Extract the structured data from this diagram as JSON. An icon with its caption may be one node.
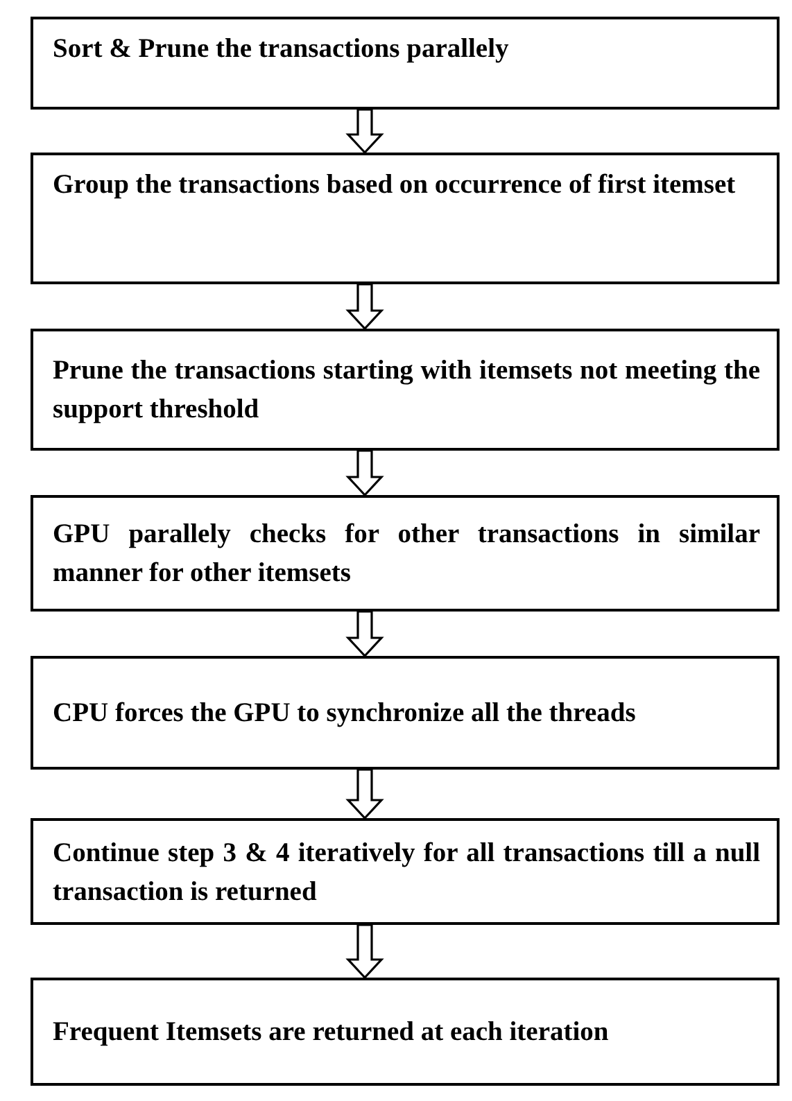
{
  "diagram": {
    "nodes": [
      {
        "text": [
          "Sort & Prune the transactions parallely"
        ]
      },
      {
        "text": [
          "Group the transactions based on occurrence of first itemset"
        ]
      },
      {
        "text": [
          "Prune the transactions starting with itemsets not meeting the support threshold"
        ]
      },
      {
        "text": [
          "GPU parallely checks for other transactions in similar manner for other itemsets"
        ]
      },
      {
        "text": [
          "CPU forces the GPU to synchronize all the threads"
        ]
      },
      {
        "text": [
          "Continue step 3 & 4 iteratively for all transactions till a null transaction is returned"
        ]
      },
      {
        "text": [
          "Frequent Itemsets are returned at each iteration"
        ]
      }
    ],
    "edges": [
      {
        "from": 0,
        "to": 1,
        "arrow": "to"
      },
      {
        "from": 1,
        "to": 2,
        "arrow": "to"
      },
      {
        "from": 2,
        "to": 3,
        "arrow": "to"
      },
      {
        "from": 3,
        "to": 4,
        "arrow": "to"
      },
      {
        "from": 4,
        "to": 5,
        "arrow": "to"
      },
      {
        "from": 5,
        "to": 6,
        "arrow": "to"
      }
    ]
  }
}
